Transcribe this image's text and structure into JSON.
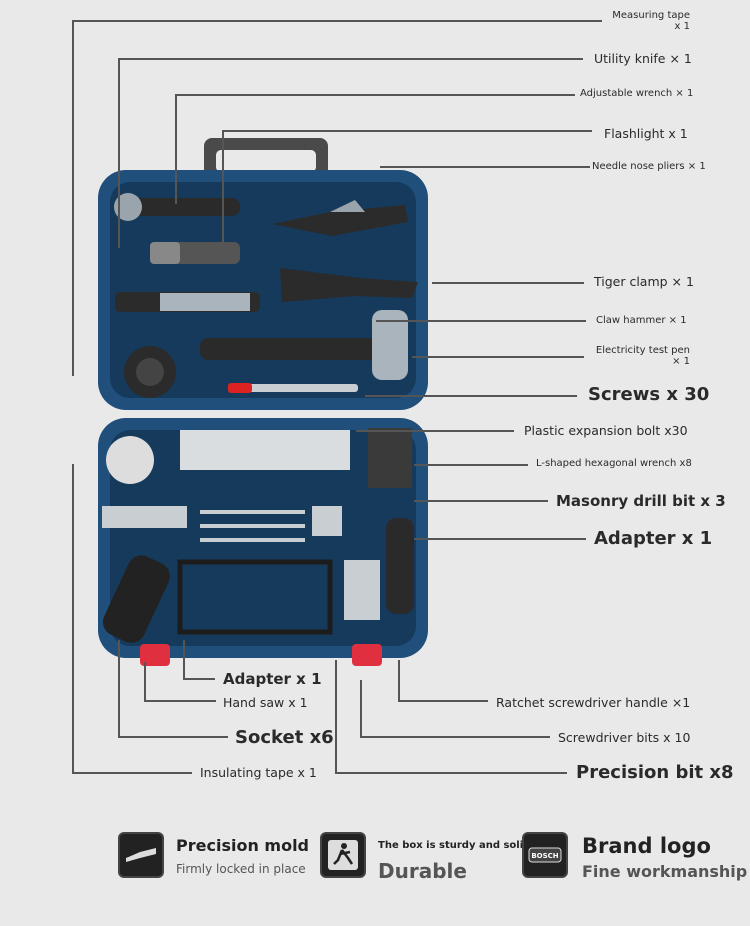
{
  "labels": {
    "measuring_tape": "Measuring tape x 1",
    "utility_knife": "Utility knife × 1",
    "adjustable_wrench": "Adjustable wrench × 1",
    "flashlight": "Flashlight x 1",
    "needle_nose": "Needle nose pliers × 1",
    "tiger_clamp": "Tiger clamp × 1",
    "claw_hammer": "Claw hammer × 1",
    "test_pen": "Electricity test pen × 1",
    "screws": "Screws x 30",
    "plastic_bolt": "Plastic expansion bolt x30",
    "hex_wrench": "L-shaped hexagonal wrench x8",
    "masonry_bit": "Masonry drill bit x 3",
    "adapter_right": "Adapter x 1",
    "adapter_left": "Adapter x 1",
    "hand_saw": "Hand saw x 1",
    "ratchet": "Ratchet screwdriver handle ×1",
    "socket": "Socket x6",
    "screwdriver_bits": "Screwdriver bits x 10",
    "insulating_tape": "Insulating tape x 1",
    "precision_bit": "Precision bit x8"
  },
  "features": [
    {
      "icon": "pliers-icon",
      "title": "Precision mold",
      "subtitle": "Firmly locked in place"
    },
    {
      "icon": "running-man-icon",
      "title": "The box is sturdy and solid",
      "subtitle": "Durable"
    },
    {
      "icon": "brand-logo-icon",
      "title": "Brand logo",
      "subtitle": "Fine workmanship"
    }
  ],
  "brand": "BOSCH",
  "colors": {
    "case": "#1f4f7a",
    "case_dark": "#163a5c",
    "clip": "#e03040",
    "background": "#e9e9e9"
  }
}
